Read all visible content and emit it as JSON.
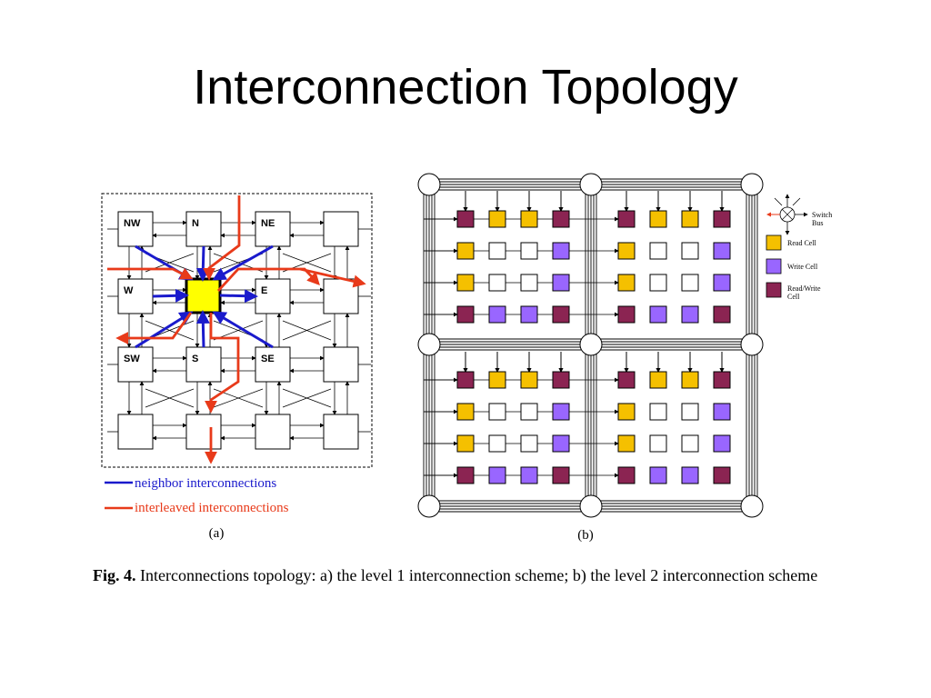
{
  "slide": {
    "title": "Interconnection Topology"
  },
  "figure_a": {
    "label": "(a)",
    "cells": [
      [
        "NW",
        "N",
        "NE",
        ""
      ],
      [
        "W",
        "",
        "E",
        ""
      ],
      [
        "SW",
        "S",
        "SE",
        ""
      ],
      [
        "",
        "",
        "",
        ""
      ]
    ],
    "legend": [
      {
        "label": "neighbor interconnections",
        "color": "#1a1acc"
      },
      {
        "label": "interleaved interconnections",
        "color": "#e83a1a"
      }
    ],
    "center_color": "#ffff00"
  },
  "figure_b": {
    "label": "(b)",
    "cell_pattern": [
      [
        "read_write",
        "read",
        "read",
        "read_write"
      ],
      [
        "read",
        "empty",
        "empty",
        "write"
      ],
      [
        "read",
        "empty",
        "empty",
        "write"
      ],
      [
        "read_write",
        "write",
        "write",
        "read_write"
      ]
    ],
    "legend": {
      "switch": "Switch",
      "bus": "Bus",
      "read_cell": "Read Cell",
      "write_cell": "Write Cell",
      "read_write_cell_1": "Read/Write",
      "read_write_cell_2": "Cell"
    },
    "colors": {
      "read": "#f5c000",
      "write": "#9966ff",
      "read_write": "#8b2452",
      "empty": "#ffffff"
    }
  },
  "caption": {
    "fig": "Fig. 4.",
    "text": "Interconnections topology: a) the level 1 interconnection scheme; b) the level 2 interconnection scheme"
  }
}
